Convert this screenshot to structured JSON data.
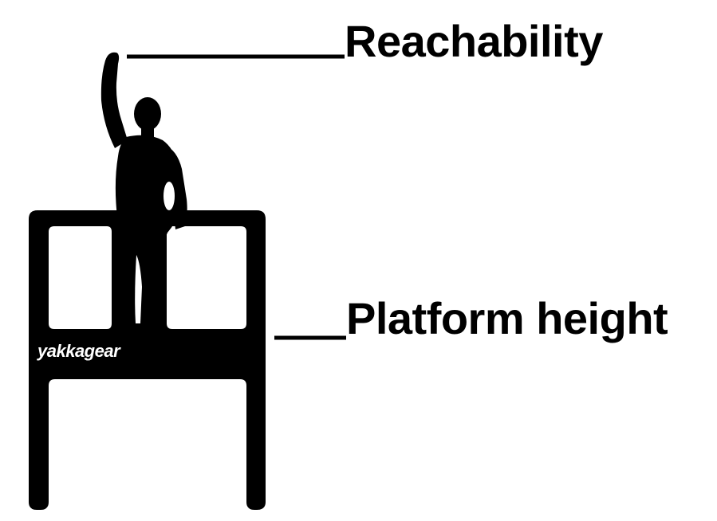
{
  "labels": {
    "reachability": "Reachability",
    "platform_height": "Platform height"
  },
  "brand": {
    "name": "yakkagear"
  },
  "colors": {
    "ink": "#000000",
    "background": "#ffffff",
    "brand_text": "#ffffff"
  },
  "icons": {
    "figure": "person-raising-arm-icon",
    "platform": "work-platform-icon"
  }
}
